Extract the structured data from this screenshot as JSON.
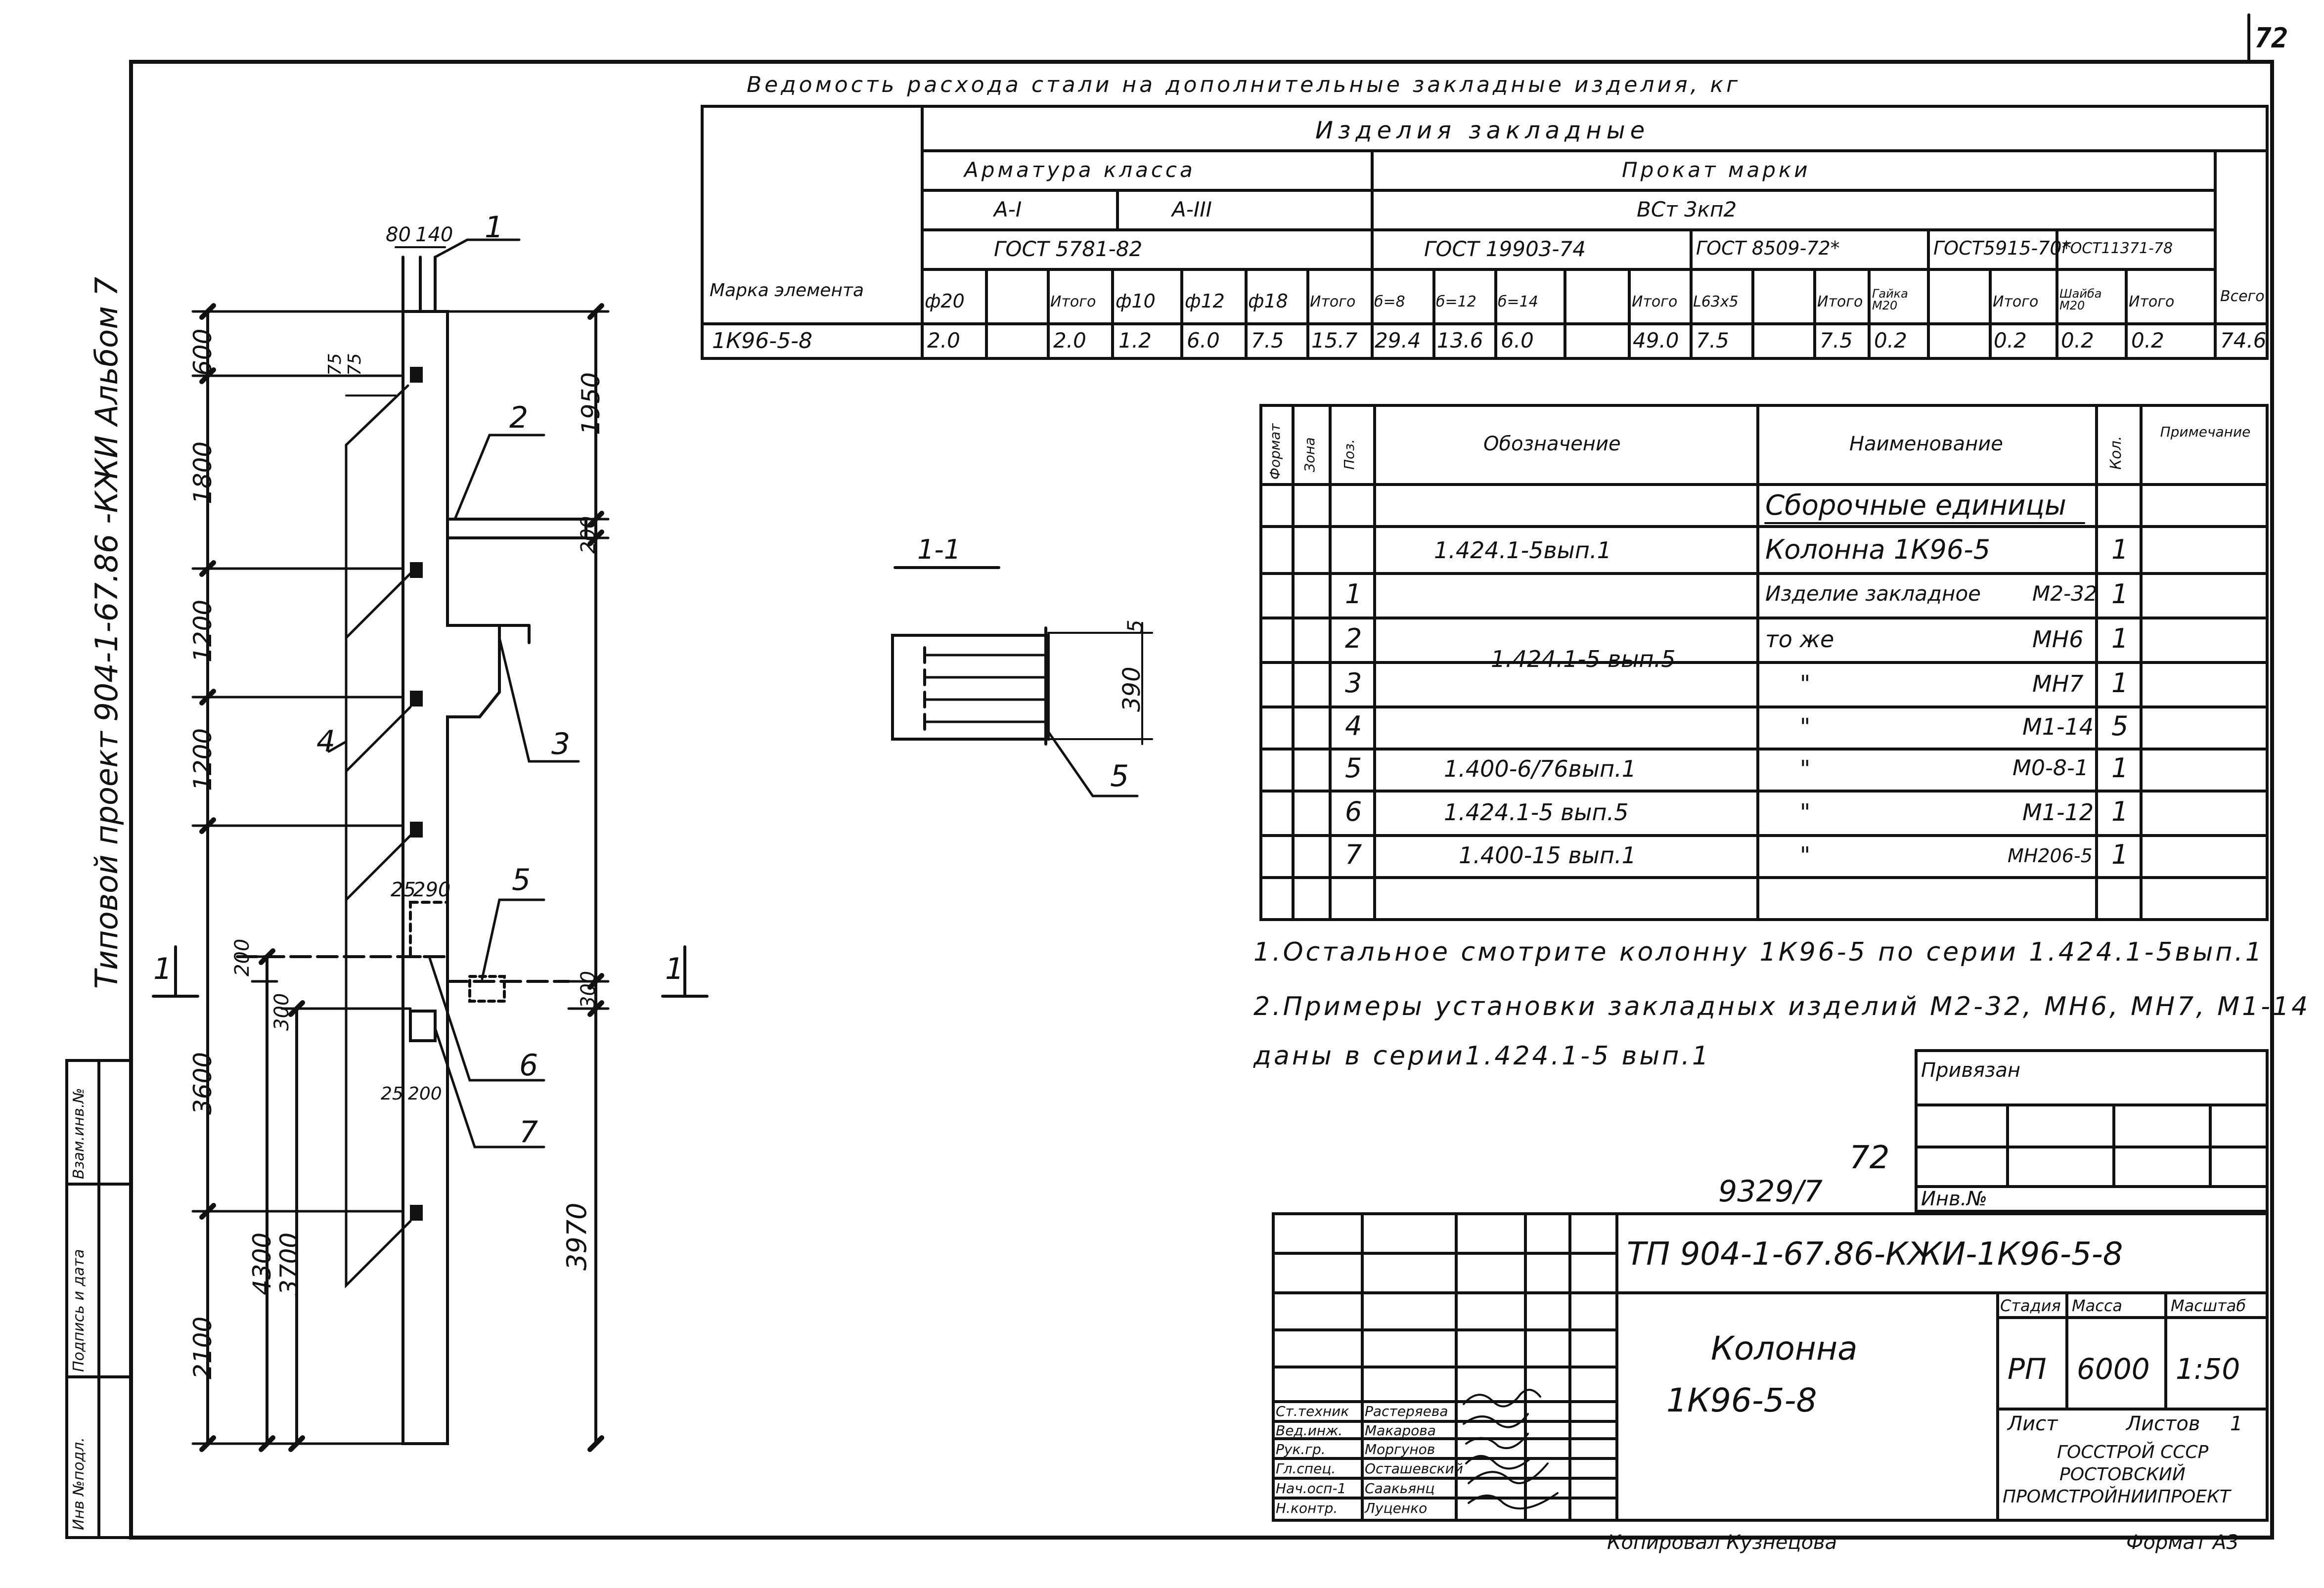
{
  "page_number": "72",
  "vertical_title": "Типовой проект 904-1-67.86 -КЖИ Альбом 7",
  "left_strip": {
    "inv_podl": "Инв №подл.",
    "podpis_data": "Подпись и дата",
    "vzam_inv": "Взам.инв.№"
  },
  "steel_table": {
    "title": "Ведомость расхода стали на дополнительные закладные изделия, кг",
    "group": "Изделия закладные",
    "armatura": "Арматура класса",
    "prokat": "Прокат марки",
    "class_a1": "А-I",
    "class_a3": "А-III",
    "grade": "ВСт 3кп2",
    "gost_5781": "ГОСТ 5781-82",
    "gost_19903": "ГОСТ 19903-74",
    "gost_8509": "ГОСТ 8509-72*",
    "gost_5915": "ГОСТ5915-70*",
    "gost_11371": "ГОСТ11371-78",
    "marka_elementa": "Марка элемента",
    "vsego": "Всего",
    "subheaders": [
      "ф20",
      "",
      "Итого",
      "ф10",
      "ф12",
      "ф18",
      "Итого",
      "б=8",
      "б=12",
      "б=14",
      "",
      "Итого",
      "L63х5",
      "",
      "Итого",
      "Гайка М20",
      "",
      "Итого",
      "Шайба М20",
      "Итого"
    ],
    "row": {
      "mark": "1К96-5-8",
      "values": [
        "2.0",
        "",
        "2.0",
        "1.2",
        "6.0",
        "7.5",
        "15.7",
        "29.4",
        "13.6",
        "6.0",
        "",
        "49.0",
        "7.5",
        "",
        "7.5",
        "0.2",
        "",
        "0.2",
        "0.2",
        "0.2"
      ],
      "total": "74.6"
    }
  },
  "spec_table": {
    "headers": {
      "format": "Формат",
      "zona": "Зона",
      "poz": "Поз.",
      "oboznachenie": "Обозначение",
      "naimenovanie": "Наименование",
      "kol": "Кол.",
      "prim": "Примечание"
    },
    "section": "Сборочные единицы",
    "rows": [
      {
        "poz": "",
        "obozn": "1.424.1-5вып.1",
        "name": "Колонна 1К96-5",
        "mark": "",
        "kol": "1"
      },
      {
        "poz": "1",
        "obozn": "",
        "name": "Изделие закладное",
        "mark": "М2-32",
        "kol": "1"
      },
      {
        "poz": "2",
        "obozn": "1.424.1-5 вып.5",
        "name": "то же",
        "mark": "МН6",
        "kol": "1"
      },
      {
        "poz": "3",
        "obozn": "",
        "name": "\"",
        "mark": "МН7",
        "kol": "1"
      },
      {
        "poz": "4",
        "obozn": "",
        "name": "\"",
        "mark": "М1-14",
        "kol": "5"
      },
      {
        "poz": "5",
        "obozn": "1.400-6/76вып.1",
        "name": "\"",
        "mark": "М0-8-1",
        "kol": "1"
      },
      {
        "poz": "6",
        "obozn": "1.424.1-5 вып.5",
        "name": "\"",
        "mark": "М1-12",
        "kol": "1"
      },
      {
        "poz": "7",
        "obozn": "1.400-15 вып.1",
        "name": "\"",
        "mark": "МН206-5",
        "kol": "1"
      }
    ]
  },
  "notes": [
    "1.Остальное смотрите колонну 1К96-5 по серии 1.424.1-5вып.1",
    "2.Примеры установки закладных изделий М2-32, МН6, МН7, М1-14",
    "даны в серии1.424.1-5 вып.1"
  ],
  "section_label": "1-1",
  "section_dims": [
    "5",
    "390"
  ],
  "column_drawing": {
    "top_dims": [
      "80",
      "140"
    ],
    "small_dims": [
      "75",
      "75"
    ],
    "mid_dims": [
      "25",
      "290"
    ],
    "low_dims": [
      "25",
      "200"
    ],
    "left_dims": [
      "600",
      "1800",
      "1200",
      "1200",
      "3600",
      "2100"
    ],
    "inner_dims": [
      "200",
      "300"
    ],
    "total_dims": [
      "4300",
      "3700"
    ],
    "right_dims": [
      "1950",
      "200",
      "300",
      "3970"
    ],
    "callouts": [
      "1",
      "2",
      "3",
      "4",
      "5",
      "6",
      "7"
    ],
    "section_marks": [
      "1",
      "1"
    ]
  },
  "stamp": {
    "privyazan": "Привязан",
    "inv_no": "Инв.№",
    "archive_number": "9329/7",
    "archive_sheet": "72",
    "code": "ТП 904-1-67.86-КЖИ-1К96-5-8",
    "title_line1": "Колонна",
    "title_line2": "1К96-5-8",
    "stadiya_label": "Стадия",
    "massa_label": "Масса",
    "masshtab_label": "Масштаб",
    "stadiya": "РП",
    "massa": "6000",
    "masshtab": "1:50",
    "list_label": "Лист",
    "listov_label": "Листов",
    "listov": "1",
    "org_line1": "ГОССТРОЙ СССР",
    "org_line2": "РОСТОВСКИЙ",
    "org_line3": "ПРОМСТРОЙНИИПРОЕКТ",
    "people": [
      {
        "role": "Ст.техник",
        "name": "Растеряева"
      },
      {
        "role": "Вед.инж.",
        "name": "Макарова"
      },
      {
        "role": "Рук.гр.",
        "name": "Моргунов"
      },
      {
        "role": "Гл.спец.",
        "name": "Осташевский"
      },
      {
        "role": "Нач.осп-1",
        "name": "Саакьянц"
      },
      {
        "role": "Н.контр.",
        "name": "Луценко"
      }
    ]
  },
  "footer": {
    "copied": "Копировал Кузнецова",
    "format": "Формат А3"
  }
}
